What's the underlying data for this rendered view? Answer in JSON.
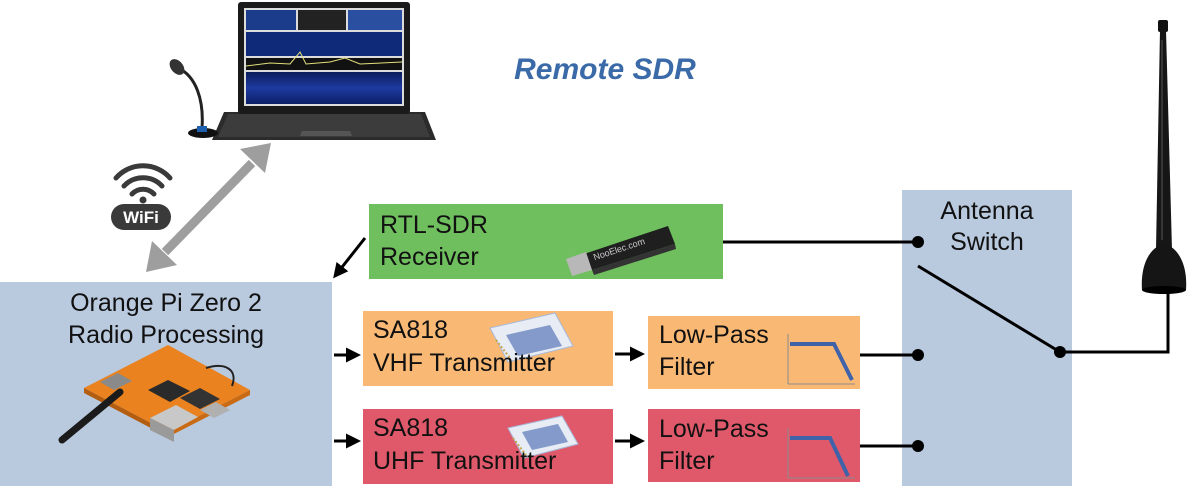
{
  "title": "Remote SDR",
  "nodes": {
    "processor": {
      "line1": "Orange Pi Zero 2",
      "line2": "Radio Processing"
    },
    "receiver": {
      "line1": "RTL-SDR",
      "line2": "Receiver",
      "stick_label": "NooElec.com"
    },
    "vhf_tx": {
      "line1": "SA818",
      "line2": "VHF Transmitter"
    },
    "uhf_tx": {
      "line1": "SA818",
      "line2": "UHF Transmitter"
    },
    "vhf_filter": {
      "line1": "Low-Pass",
      "line2": "Filter"
    },
    "uhf_filter": {
      "line1": "Low-Pass",
      "line2": "Filter"
    },
    "switch": {
      "line1": "Antenna",
      "line2": "Switch"
    }
  },
  "wifi": {
    "label": "WiFi"
  },
  "colors": {
    "blue_box": "#b9c9de",
    "green_box": "#6fbf5f",
    "orange_box": "#f9b975",
    "red_box": "#e0596b",
    "title": "#3a6aa8",
    "filter_curve": "#3f62a8"
  }
}
